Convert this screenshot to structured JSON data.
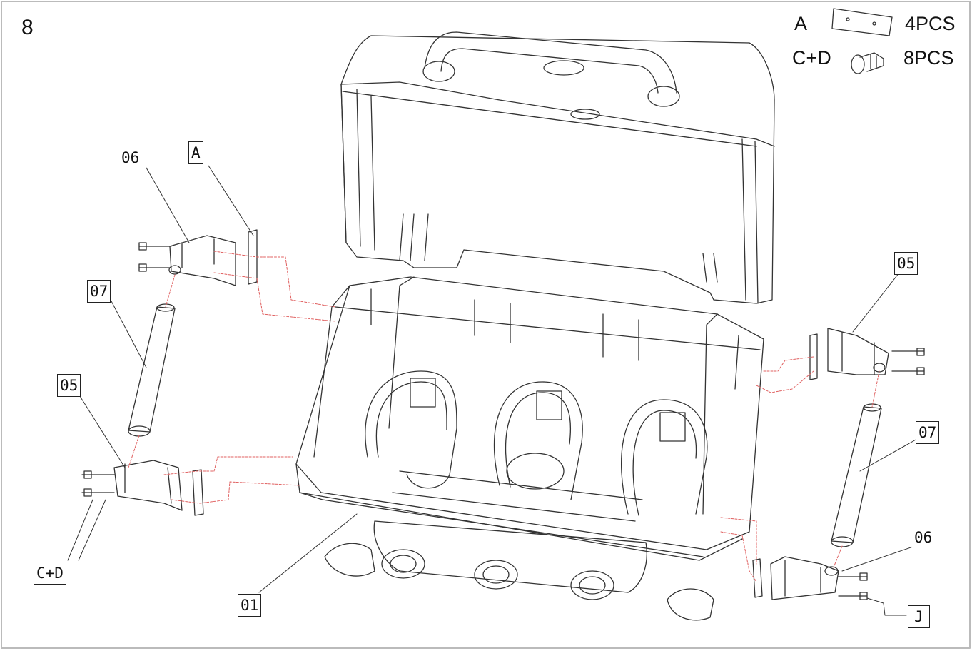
{
  "step_number": "8",
  "parts_legend": [
    {
      "code": "A",
      "icon": "bracket-plate-icon",
      "qty": "4PCS"
    },
    {
      "code": "C+D",
      "icon": "bolt-icon",
      "qty": "8PCS"
    }
  ],
  "callouts": {
    "c06_left": "06",
    "cA": "A",
    "c07_left": "07",
    "c05_left": "05",
    "cCD": "C+D",
    "c01": "01",
    "c05_right": "05",
    "c07_right": "07",
    "c06_right": "06",
    "cJ": "J"
  },
  "colors": {
    "line": "#333333",
    "guide": "#e06060"
  }
}
